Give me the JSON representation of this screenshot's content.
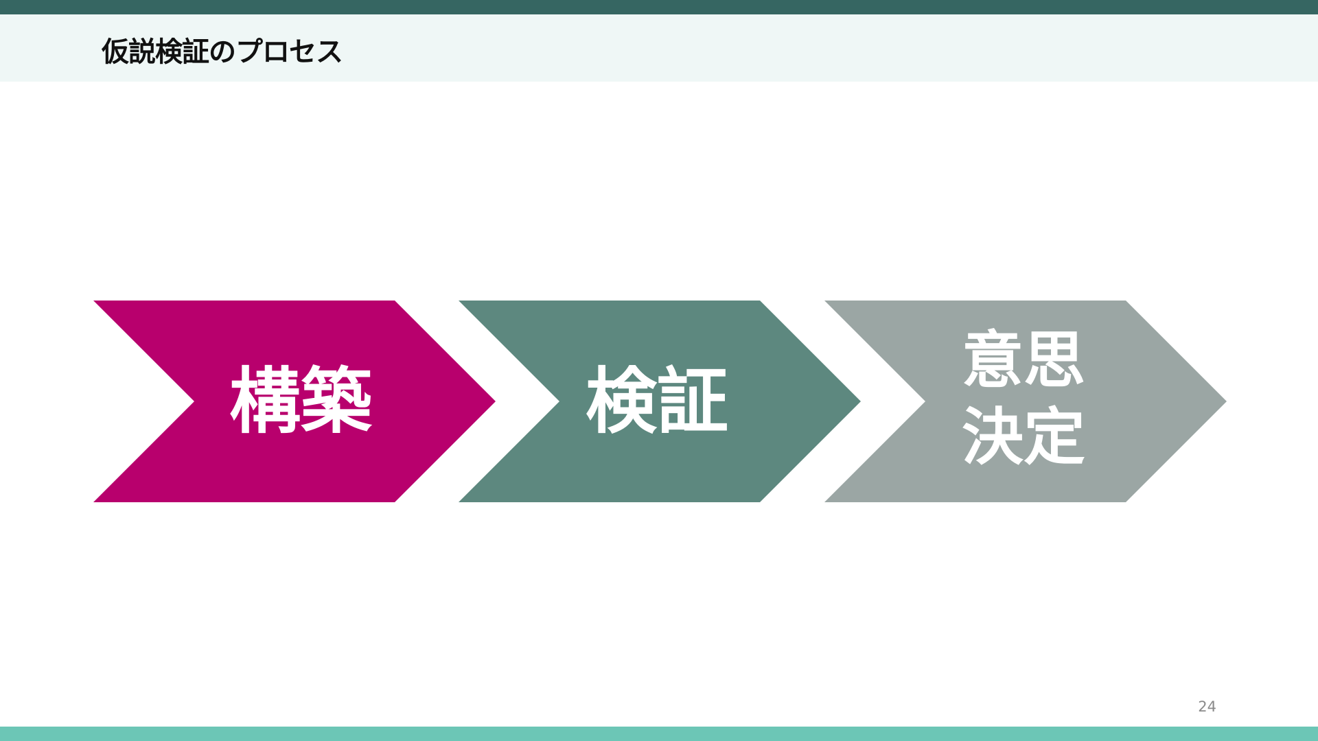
{
  "slide": {
    "title": "仮説検証のプロセス",
    "page_number": "24"
  },
  "colors": {
    "top_bar": "#366662",
    "title_band": "#eff7f6",
    "bottom_bar": "#6cc6b6",
    "step_1": "#b8006d",
    "step_2": "#5d887f",
    "step_3": "#9ba6a4"
  },
  "process": {
    "steps": [
      {
        "label": "構築"
      },
      {
        "label": "検証"
      },
      {
        "label": "意思\n決定"
      }
    ]
  }
}
